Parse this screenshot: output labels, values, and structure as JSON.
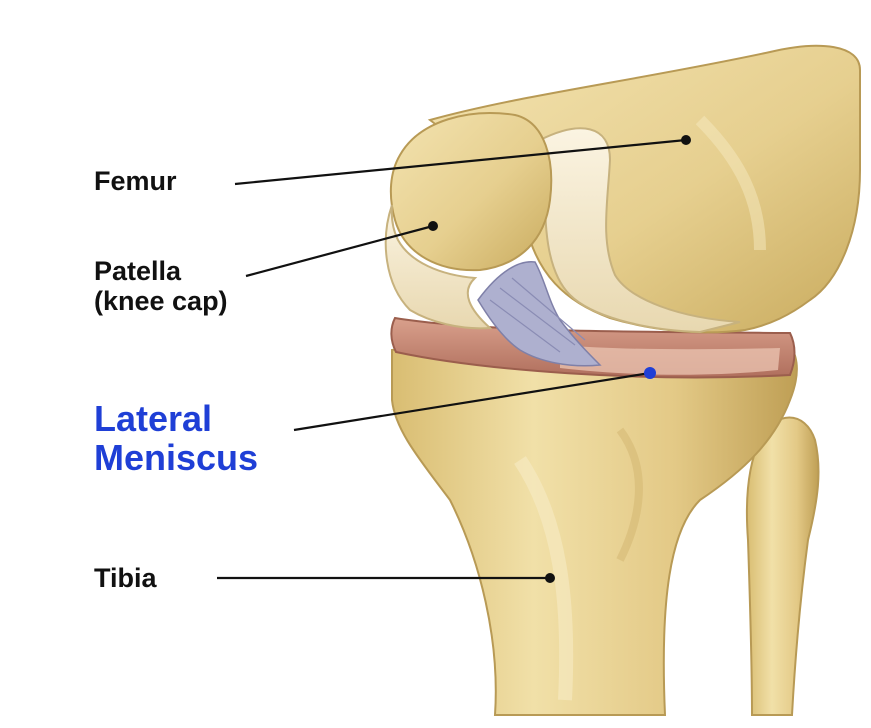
{
  "labels": {
    "femur": "Femur",
    "patella_line1": "Patella",
    "patella_line2": "(knee cap)",
    "meniscus_line1": "Lateral",
    "meniscus_line2": "Meniscus",
    "tibia": "Tibia"
  },
  "colors": {
    "bone": "#e9d59a",
    "bone_shadow": "#c9ad62",
    "cartilage": "#f4ead0",
    "meniscus": "#c98b78",
    "ligament": "#a9a8c8",
    "leader_line": "#111111",
    "highlight": "#1f3fd6"
  }
}
